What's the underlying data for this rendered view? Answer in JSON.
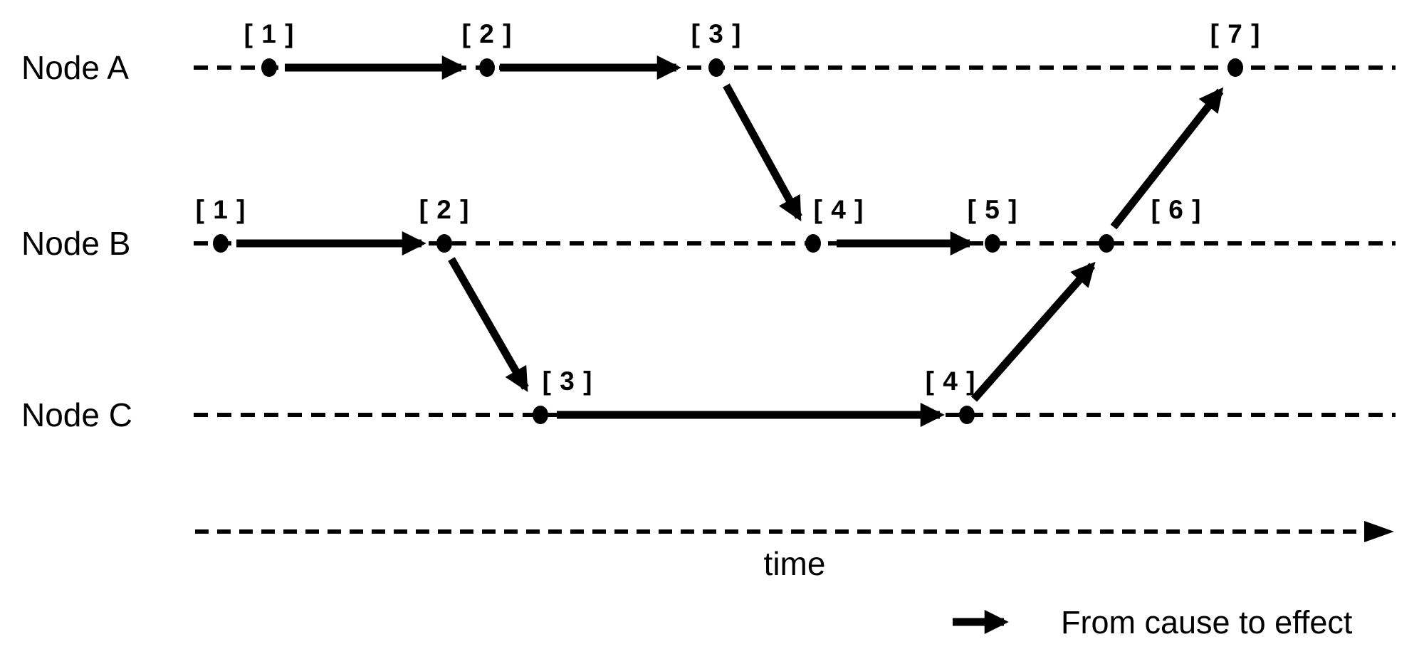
{
  "diagram_type": "logical-clock-event-timeline",
  "colors": {
    "ink": "#000000",
    "background": "#ffffff"
  },
  "nodes": [
    {
      "name": "Node A",
      "events": [
        {
          "id": "A1",
          "clock": 1,
          "label": "[ 1 ]"
        },
        {
          "id": "A2",
          "clock": 2,
          "label": "[ 2 ]"
        },
        {
          "id": "A3",
          "clock": 3,
          "label": "[ 3 ]"
        },
        {
          "id": "A7",
          "clock": 7,
          "label": "[ 7 ]"
        }
      ]
    },
    {
      "name": "Node B",
      "events": [
        {
          "id": "B1",
          "clock": 1,
          "label": "[ 1 ]"
        },
        {
          "id": "B2",
          "clock": 2,
          "label": "[ 2 ]"
        },
        {
          "id": "B4",
          "clock": 4,
          "label": "[ 4 ]"
        },
        {
          "id": "B5",
          "clock": 5,
          "label": "[ 5 ]"
        },
        {
          "id": "B6",
          "clock": 6,
          "label": "[ 6 ]"
        }
      ]
    },
    {
      "name": "Node C",
      "events": [
        {
          "id": "C3",
          "clock": 3,
          "label": "[ 3 ]"
        },
        {
          "id": "C4",
          "clock": 4,
          "label": "[ 4 ]"
        }
      ]
    }
  ],
  "edges": [
    {
      "from": "A1",
      "to": "A2",
      "kind": "local"
    },
    {
      "from": "A2",
      "to": "A3",
      "kind": "local"
    },
    {
      "from": "A3",
      "to": "B4",
      "kind": "message"
    },
    {
      "from": "B1",
      "to": "B2",
      "kind": "local"
    },
    {
      "from": "B2",
      "to": "C3",
      "kind": "message"
    },
    {
      "from": "B4",
      "to": "B5",
      "kind": "local"
    },
    {
      "from": "C3",
      "to": "C4",
      "kind": "local"
    },
    {
      "from": "C4",
      "to": "B6",
      "kind": "message"
    },
    {
      "from": "B6",
      "to": "A7",
      "kind": "message"
    }
  ],
  "axis": {
    "label": "time"
  },
  "legend": {
    "label": "From cause to effect",
    "symbol": "solid-arrow"
  }
}
